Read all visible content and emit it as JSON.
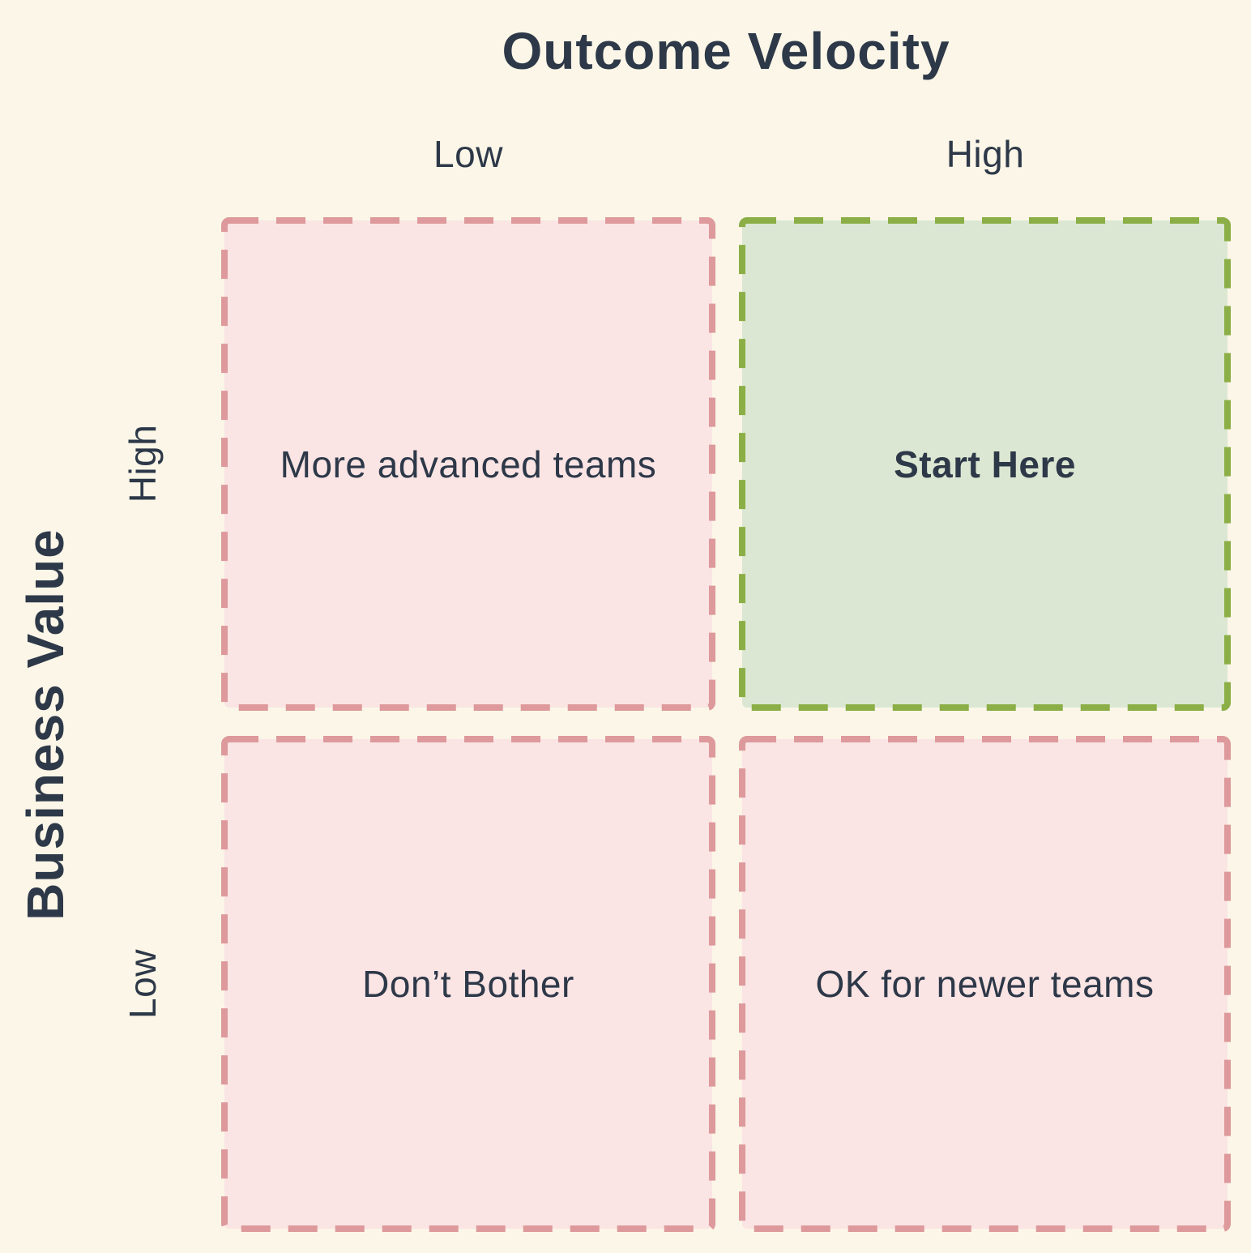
{
  "title": "Outcome Velocity",
  "x_axis": {
    "left_label": "Low",
    "right_label": "High"
  },
  "y_axis": {
    "label": "Business Value",
    "top_label": "High",
    "bottom_label": "Low"
  },
  "quadrants": [
    {
      "position": "top-left",
      "label": "More advanced teams",
      "tone": "pink"
    },
    {
      "position": "top-right",
      "label": "Start Here",
      "tone": "green"
    },
    {
      "position": "bottom-left",
      "label": "Don’t Bother",
      "tone": "pink"
    },
    {
      "position": "bottom-right",
      "label": "OK for newer teams",
      "tone": "pink"
    }
  ],
  "colors": {
    "background": "#FBF6E7",
    "ink": "#2D3848",
    "pink_fill": "#FAE4E4",
    "pink_border": "#DD999B",
    "green_fill": "#DBE7D2",
    "green_border": "#8BAE46"
  }
}
